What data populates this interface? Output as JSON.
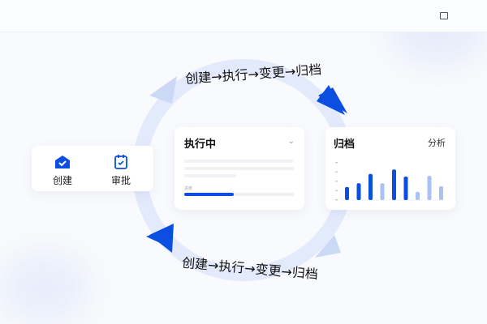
{
  "flow_text_top": "创建→执行→变更→归档",
  "flow_text_bottom": "创建→执行→变更→归档",
  "left_card": {
    "items": [
      {
        "label": "创建",
        "icon": "house-check-icon"
      },
      {
        "label": "审批",
        "icon": "calendar-check-icon"
      }
    ]
  },
  "exec_card": {
    "title": "执行中",
    "progress_label": "进度",
    "progress": 0.45
  },
  "archive_card": {
    "title": "归档",
    "action": "分析"
  },
  "chart_data": {
    "type": "bar",
    "values": [
      35,
      45,
      70,
      45,
      82,
      63,
      22,
      65,
      37
    ],
    "highlight": [
      true,
      true,
      true,
      false,
      true,
      true,
      false,
      false,
      false
    ]
  },
  "colors": {
    "accent": "#0a4fe0",
    "light": "#a9c2f3"
  }
}
